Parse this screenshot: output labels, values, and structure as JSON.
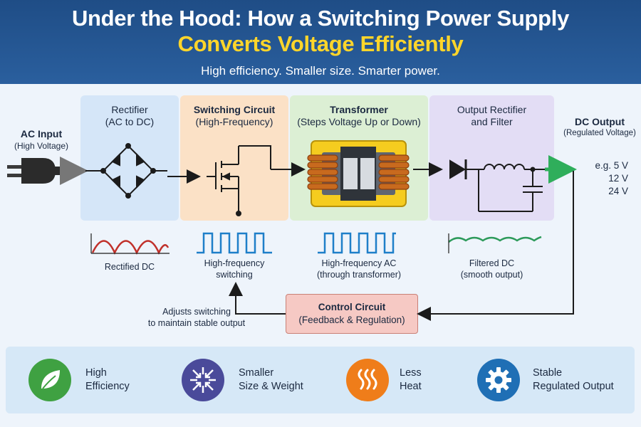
{
  "header": {
    "title_line1": "Under the Hood: How a Switching Power Supply",
    "title_line2": "Converts Voltage Efficiently",
    "subtitle": "High efficiency. Smaller size. Smarter power."
  },
  "input": {
    "title": "AC Input",
    "subtitle": "(High Voltage)"
  },
  "stages": [
    {
      "title": "Rectifier",
      "subtitle": "(AC to DC)",
      "wave_label_1": "Rectified DC",
      "wave_label_2": ""
    },
    {
      "title": "Switching Circuit",
      "subtitle": "(High-Frequency)",
      "wave_label_1": "High-frequency",
      "wave_label_2": "switching"
    },
    {
      "title": "Transformer",
      "subtitle": "(Steps Voltage Up or Down)",
      "wave_label_1": "High-frequency AC",
      "wave_label_2": "(through transformer)"
    },
    {
      "title": "Output Rectifier",
      "subtitle": "and Filter",
      "wave_label_1": "Filtered DC",
      "wave_label_2": "(smooth output)"
    }
  ],
  "output": {
    "title": "DC Output",
    "subtitle": "(Regulated Voltage)",
    "voltages": [
      "e.g. 5 V",
      "12 V",
      "24 V"
    ]
  },
  "control": {
    "title": "Control Circuit",
    "subtitle": "(Feedback & Regulation)",
    "note_1": "Adjusts switching",
    "note_2": "to maintain stable output"
  },
  "features": [
    {
      "line1": "High",
      "line2": "Efficiency",
      "icon": "leaf-icon",
      "color": "#3fa142"
    },
    {
      "line1": "Smaller",
      "line2": "Size & Weight",
      "icon": "compress-arrows-icon",
      "color": "#4a4a9a"
    },
    {
      "line1": "Less",
      "line2": "Heat",
      "icon": "heat-waves-icon",
      "color": "#ef7d1a"
    },
    {
      "line1": "Stable",
      "line2": "Regulated Output",
      "icon": "gear-icon",
      "color": "#1f6fb5"
    }
  ],
  "colors": {
    "rectifier_bg": "#d5e6f8",
    "switching_bg": "#fbe1c6",
    "transformer_bg": "#dcefd4",
    "filter_bg": "#e3ddf5",
    "wave_red": "#c0302a",
    "wave_blue": "#1e7fc9",
    "wave_green": "#2c9a5a"
  }
}
